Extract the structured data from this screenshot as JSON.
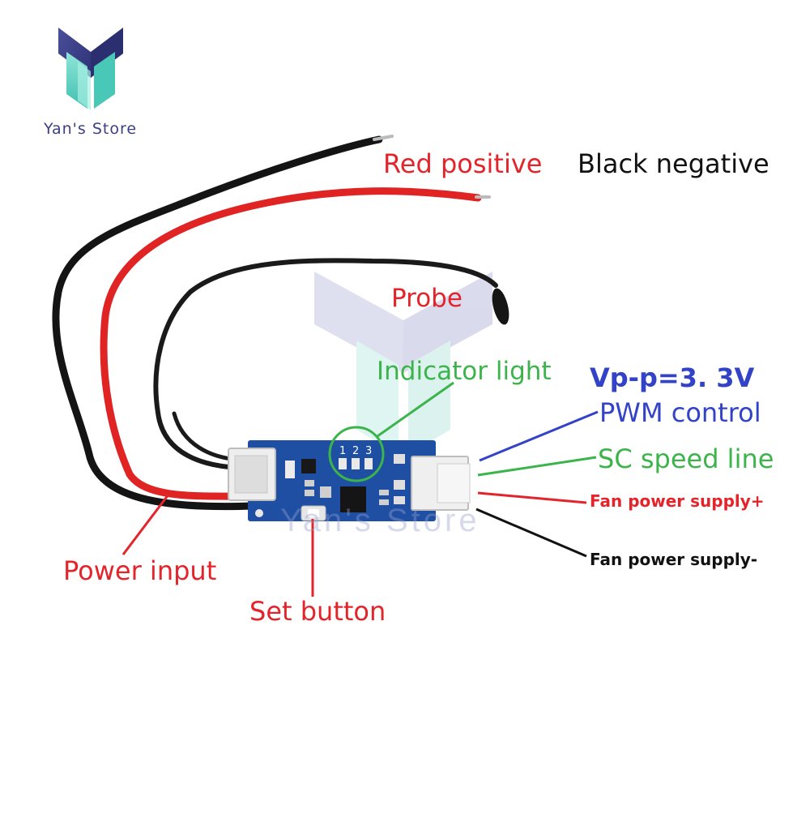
{
  "store": {
    "name": "Yan's Store",
    "watermark": "Yan's Store"
  },
  "pin_numbers": [
    "1",
    "2",
    "3"
  ],
  "labels": {
    "red_positive": "Red positive",
    "black_negative": "Black negative",
    "probe": "Probe",
    "indicator_light": "Indicator light",
    "vpp": "Vp-p=3. 3V",
    "pwm_control": "PWM control",
    "sc_speed_line": "SC speed line",
    "fan_power_plus": "Fan power supply+",
    "fan_power_minus": "Fan power supply-",
    "power_input": "Power input",
    "set_button": "Set button"
  },
  "colors": {
    "red": "#e3242b",
    "black": "#111111",
    "green": "#3cb44b",
    "blue": "#3343c8",
    "pcb": "#1f4fa3",
    "logo_navy": "#3b3f86",
    "logo_teal": "#5fd3c4"
  }
}
